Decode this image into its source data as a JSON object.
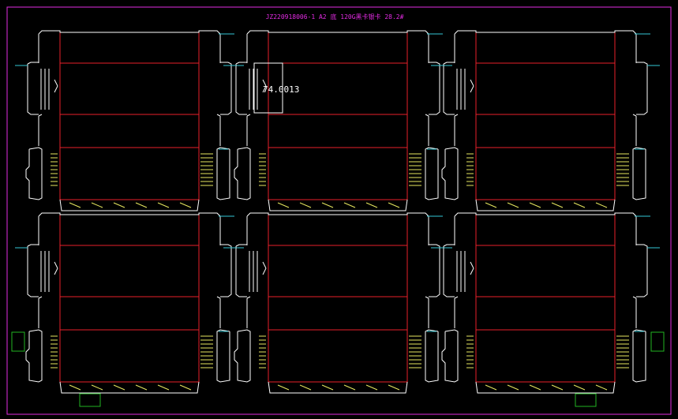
{
  "title": "JZ220918006-1 A2 底 120G黑卡银卡 28.2#",
  "dimension_label": "74.0013",
  "colors": {
    "background": "#000000",
    "title": "#e22be2",
    "border": "#e22be2",
    "cut_line": "#ffffff",
    "fold_line": "#e8202a",
    "bleed_line": "#35c9d6",
    "glue_mark": "#e8e860",
    "marker": "#22b522"
  },
  "layout": {
    "columns": 3,
    "rows": 2,
    "layout_type": "die-cut box imposition"
  },
  "icons": {
    "register_marks": "green-rectangle-marker"
  }
}
